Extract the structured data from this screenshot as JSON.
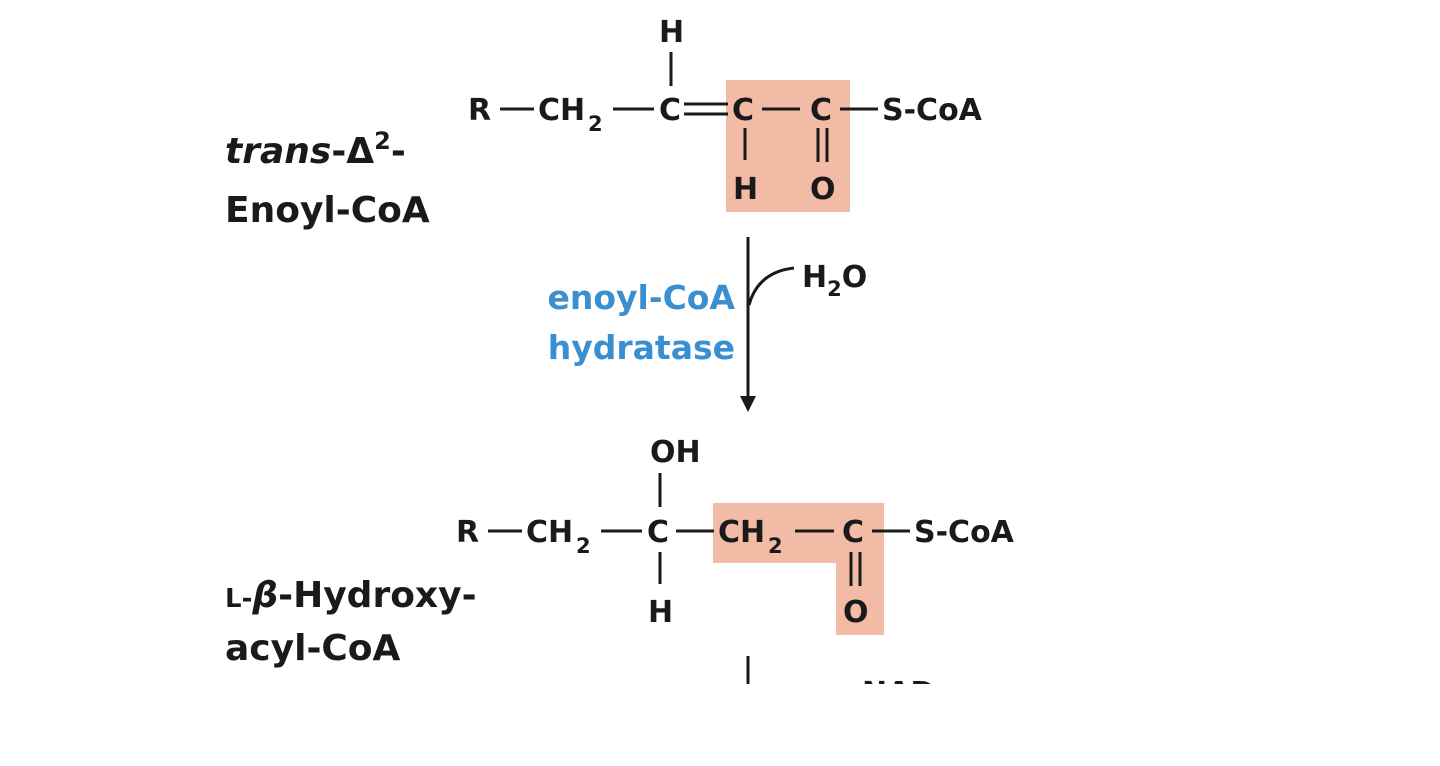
{
  "colors": {
    "highlight": "#f2bba5",
    "enzyme": "#3a8fd0",
    "ink": "#1a1a1a"
  },
  "reactant": {
    "name_line1_italic": "trans",
    "name_line1_rest": "-Δ",
    "name_line1_sup": "2",
    "name_line1_end": "-",
    "name_line2": "Enoyl-CoA",
    "atoms": {
      "r": "R",
      "ch": "CH",
      "two": "2",
      "c1": "C",
      "c2": "C",
      "c3": "C",
      "h_top": "H",
      "h_bottom": "H",
      "o": "O",
      "scoa": "S-CoA"
    }
  },
  "reaction": {
    "enzyme_line1": "enoyl-CoA",
    "enzyme_line2": "hydratase",
    "cosubstrate": "H",
    "cosubstrate_sub": "2",
    "cosubstrate_end": "O"
  },
  "product": {
    "name_line1_prefix": "L-",
    "name_line1_italic": "β",
    "name_line1_rest": "-Hydroxy-",
    "name_line2": "acyl-CoA",
    "atoms": {
      "r": "R",
      "ch_a": "CH",
      "two_a": "2",
      "c1": "C",
      "oh": "OH",
      "h": "H",
      "ch_b": "CH",
      "two_b": "2",
      "c2": "C",
      "o": "O",
      "scoa": "S-CoA"
    }
  },
  "next_step": {
    "cofactor": "NAD+"
  }
}
